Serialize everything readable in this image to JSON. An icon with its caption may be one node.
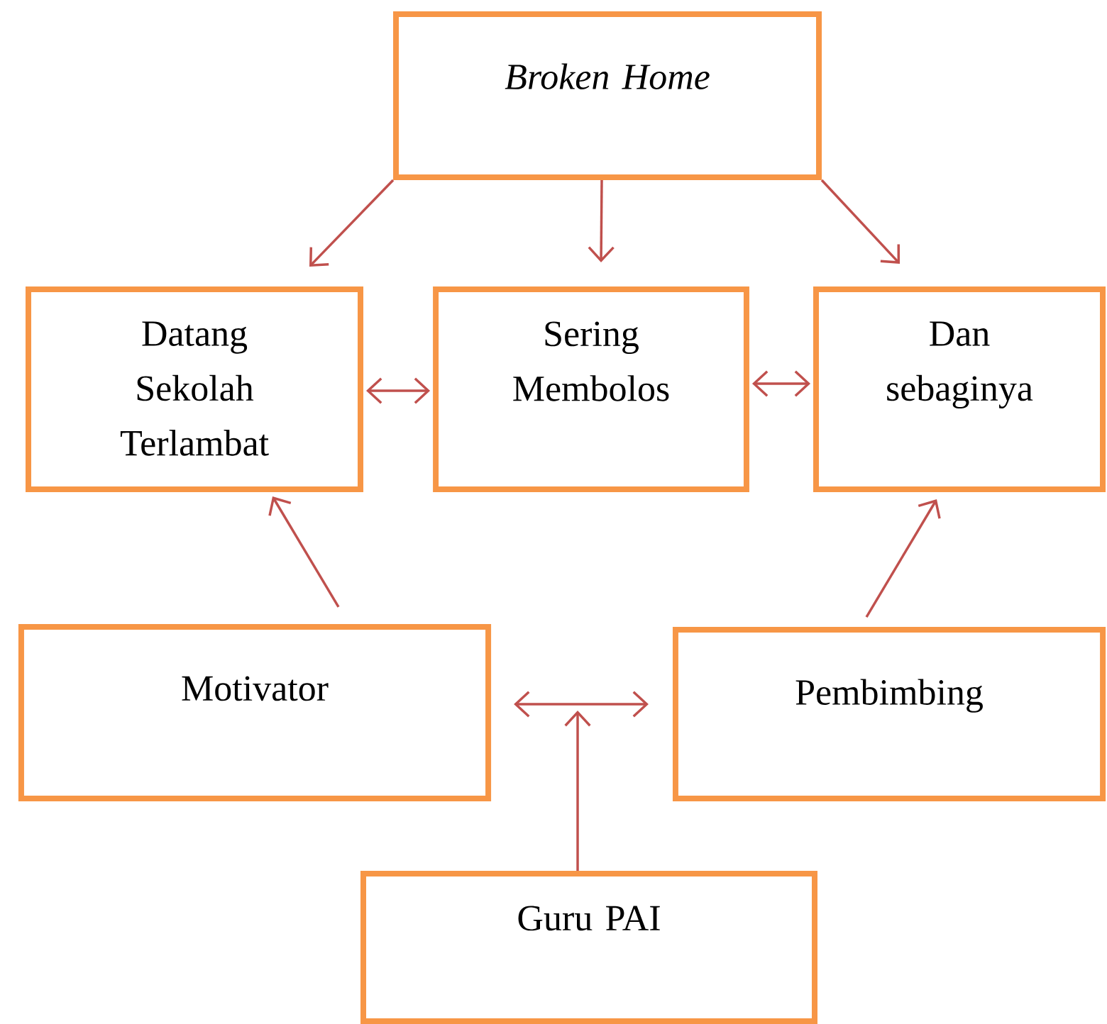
{
  "diagram": {
    "nodes": [
      {
        "text": [
          "Broken Home"
        ]
      },
      {
        "text": [
          "Datang Sekolah Terlambat"
        ]
      },
      {
        "text": [
          "Sering Membolos"
        ]
      },
      {
        "text": [
          "Dan sebaginya"
        ]
      },
      {
        "text": [
          "Motivator"
        ]
      },
      {
        "text": [
          "Pembimbing"
        ]
      },
      {
        "text": [
          "Guru PAI"
        ]
      }
    ],
    "edges": [
      {
        "from": 0,
        "to": 1,
        "arrow": "to"
      },
      {
        "from": 0,
        "to": 2,
        "arrow": "to"
      },
      {
        "from": 0,
        "to": 3,
        "arrow": "to"
      },
      {
        "from": 1,
        "to": 2,
        "arrow": "both"
      },
      {
        "from": 2,
        "to": 3,
        "arrow": "both"
      },
      {
        "from": 4,
        "to": 1,
        "arrow": "to"
      },
      {
        "from": 5,
        "to": 3,
        "arrow": "to"
      },
      {
        "from": 4,
        "to": 5,
        "arrow": "both"
      },
      {
        "from": 6,
        "to": null,
        "arrow": "to"
      }
    ]
  }
}
